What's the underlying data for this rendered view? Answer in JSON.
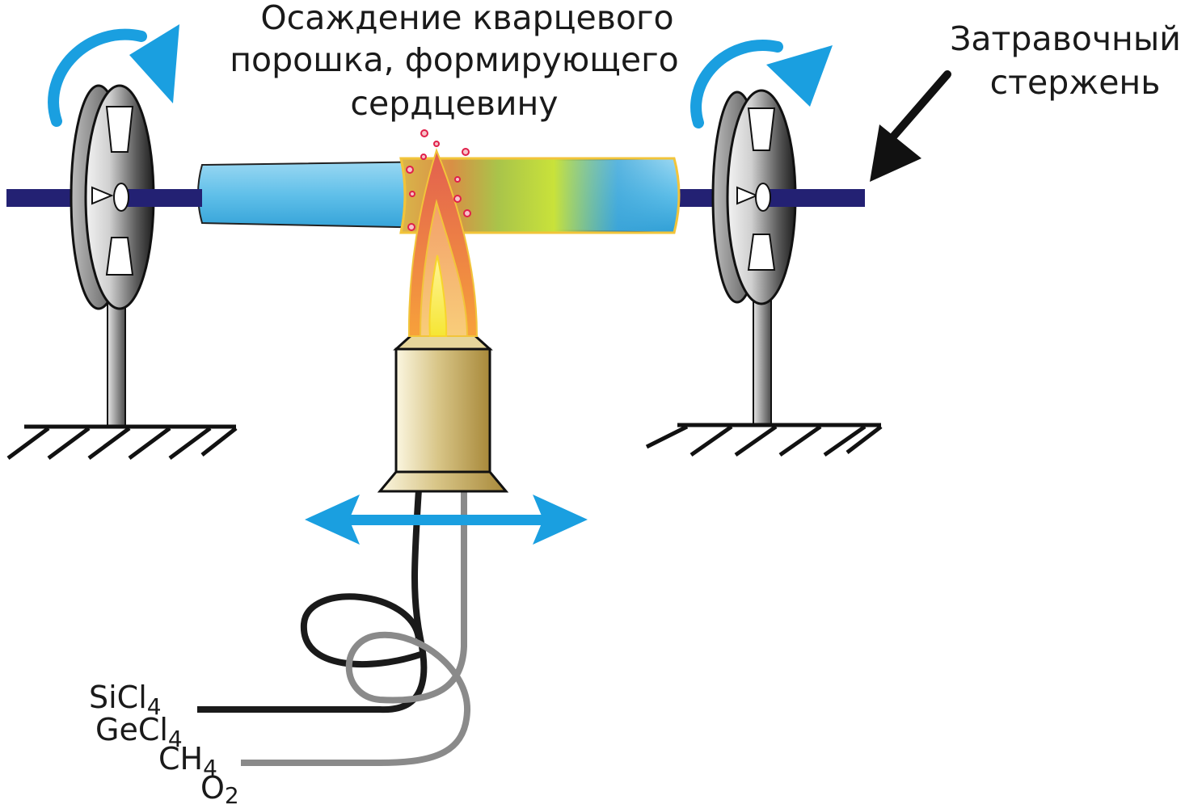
{
  "labels": {
    "deposition_line1": "Осаждение  кварцевого",
    "deposition_line2": "порошка, формирующего",
    "deposition_line3": "сердцевину",
    "seed_rod_line1": "Затравочный",
    "seed_rod_line2": "стержень"
  },
  "gases": [
    {
      "base": "SiCl",
      "sub": "4"
    },
    {
      "base": "GeCl",
      "sub": "4"
    },
    {
      "base": "CH",
      "sub": "4"
    },
    {
      "base": "O",
      "sub": "2"
    }
  ],
  "colors": {
    "rotation_arrow": "#1a9fe0",
    "motion_arrow": "#1a9fe0",
    "rod": "#232173",
    "tube": "#6cc4ea",
    "tube_hot": "#c8dc3a",
    "burner": "#cbb772",
    "gas_line_dark": "#1a1a1a",
    "gas_line_light": "#8a8a8a",
    "particles": "#e0204a"
  }
}
